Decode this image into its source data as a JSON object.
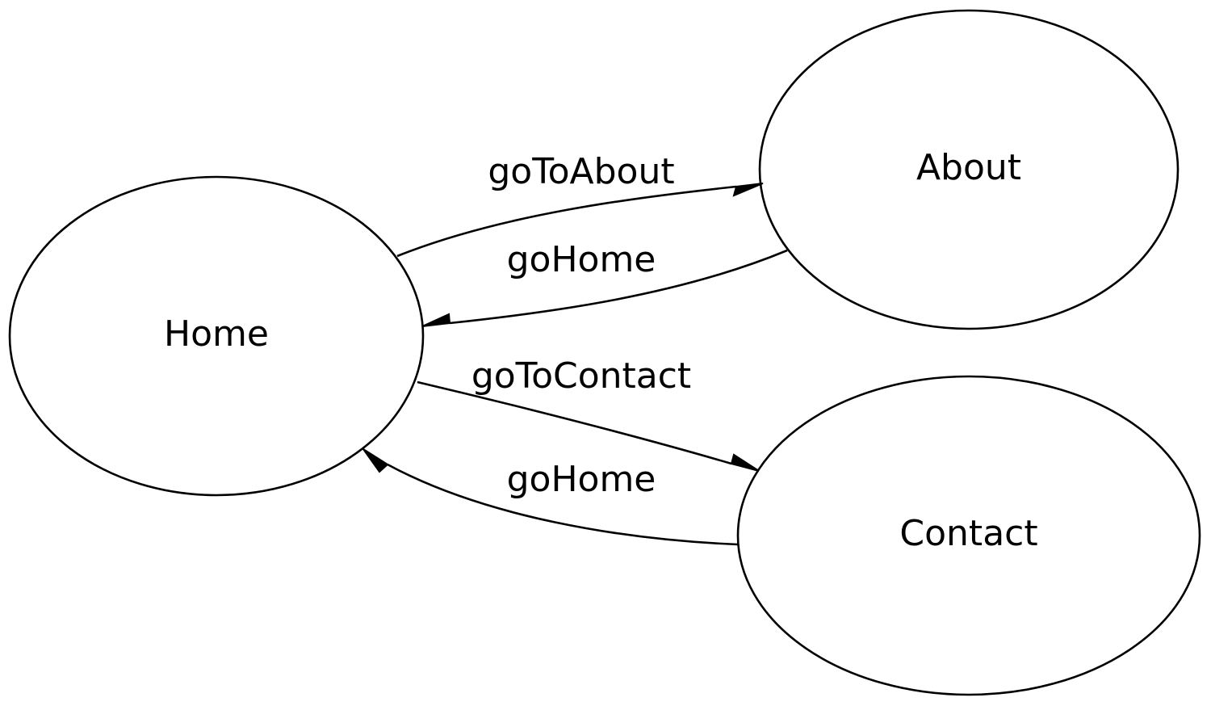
{
  "diagram": {
    "nodes": {
      "home": "Home",
      "about": "About",
      "contact": "Contact"
    },
    "edges": [
      {
        "from": "Home",
        "to": "About",
        "label": "goToAbout"
      },
      {
        "from": "About",
        "to": "Home",
        "label": "goHome"
      },
      {
        "from": "Home",
        "to": "Contact",
        "label": "goToContact"
      },
      {
        "from": "Contact",
        "to": "Home",
        "label": "goHome"
      }
    ]
  }
}
